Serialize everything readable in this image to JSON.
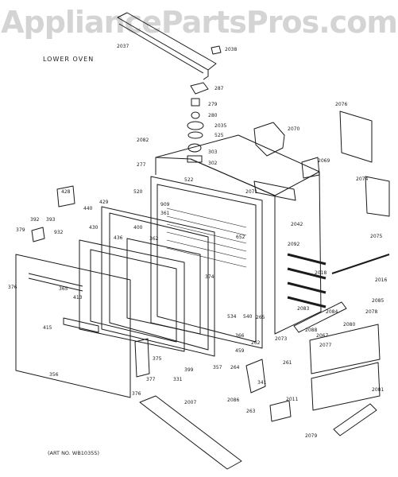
{
  "watermark": "AppliancePartsPros.com",
  "section_title": "LOWER OVEN",
  "art_number": "(ART NO. WB10355)",
  "part_labels": [
    {
      "id": "p2037",
      "text": "2037"
    },
    {
      "id": "p2038",
      "text": "2038"
    },
    {
      "id": "p287",
      "text": "287"
    },
    {
      "id": "p279",
      "text": "279"
    },
    {
      "id": "p280",
      "text": "280"
    },
    {
      "id": "p2035",
      "text": "2035"
    },
    {
      "id": "p525",
      "text": "525"
    },
    {
      "id": "p303",
      "text": "303"
    },
    {
      "id": "p302",
      "text": "302"
    },
    {
      "id": "p2082",
      "text": "2082"
    },
    {
      "id": "p2070",
      "text": "2070"
    },
    {
      "id": "p2076",
      "text": "2076"
    },
    {
      "id": "p2069",
      "text": "2069"
    },
    {
      "id": "p2074",
      "text": "2074"
    },
    {
      "id": "p277",
      "text": "277"
    },
    {
      "id": "p522",
      "text": "522"
    },
    {
      "id": "p520",
      "text": "520"
    },
    {
      "id": "p2071",
      "text": "2071"
    },
    {
      "id": "p909",
      "text": "909"
    },
    {
      "id": "p428",
      "text": "428"
    },
    {
      "id": "p429",
      "text": "429"
    },
    {
      "id": "p440",
      "text": "440"
    },
    {
      "id": "p361",
      "text": "361"
    },
    {
      "id": "p392",
      "text": "392"
    },
    {
      "id": "p393",
      "text": "393"
    },
    {
      "id": "p379",
      "text": "379"
    },
    {
      "id": "p932",
      "text": "932"
    },
    {
      "id": "p430",
      "text": "430"
    },
    {
      "id": "p436",
      "text": "436"
    },
    {
      "id": "p400",
      "text": "400"
    },
    {
      "id": "p362",
      "text": "362"
    },
    {
      "id": "p652",
      "text": "652"
    },
    {
      "id": "p2042",
      "text": "2042"
    },
    {
      "id": "p2092",
      "text": "2092"
    },
    {
      "id": "p2075",
      "text": "2075"
    },
    {
      "id": "p376",
      "text": "376"
    },
    {
      "id": "p365",
      "text": "365"
    },
    {
      "id": "p413",
      "text": "413"
    },
    {
      "id": "p415",
      "text": "415"
    },
    {
      "id": "p374",
      "text": "374"
    },
    {
      "id": "p2018",
      "text": "2018"
    },
    {
      "id": "p2016",
      "text": "2016"
    },
    {
      "id": "p2085",
      "text": "2085"
    },
    {
      "id": "p2078",
      "text": "2078"
    },
    {
      "id": "p2083",
      "text": "2083"
    },
    {
      "id": "p2084",
      "text": "2084"
    },
    {
      "id": "p534",
      "text": "534"
    },
    {
      "id": "p540",
      "text": "540"
    },
    {
      "id": "p265",
      "text": "265"
    },
    {
      "id": "p2088",
      "text": "2088"
    },
    {
      "id": "p2067",
      "text": "2067"
    },
    {
      "id": "p2080",
      "text": "2080"
    },
    {
      "id": "p366",
      "text": "366"
    },
    {
      "id": "p262",
      "text": "262"
    },
    {
      "id": "p2073",
      "text": "2073"
    },
    {
      "id": "p2077",
      "text": "2077"
    },
    {
      "id": "p375",
      "text": "375"
    },
    {
      "id": "p399",
      "text": "399"
    },
    {
      "id": "p357",
      "text": "357"
    },
    {
      "id": "p264",
      "text": "264"
    },
    {
      "id": "p261",
      "text": "261"
    },
    {
      "id": "p459",
      "text": "459"
    },
    {
      "id": "p331",
      "text": "331"
    },
    {
      "id": "p377",
      "text": "377"
    },
    {
      "id": "p356",
      "text": "356"
    },
    {
      "id": "p341",
      "text": "341"
    },
    {
      "id": "p2086",
      "text": "2086"
    },
    {
      "id": "p263",
      "text": "263"
    },
    {
      "id": "p2011",
      "text": "2011"
    },
    {
      "id": "p2081",
      "text": "2081"
    },
    {
      "id": "p376b",
      "text": "376"
    },
    {
      "id": "p2007",
      "text": "2007"
    },
    {
      "id": "p2079",
      "text": "2079"
    }
  ]
}
